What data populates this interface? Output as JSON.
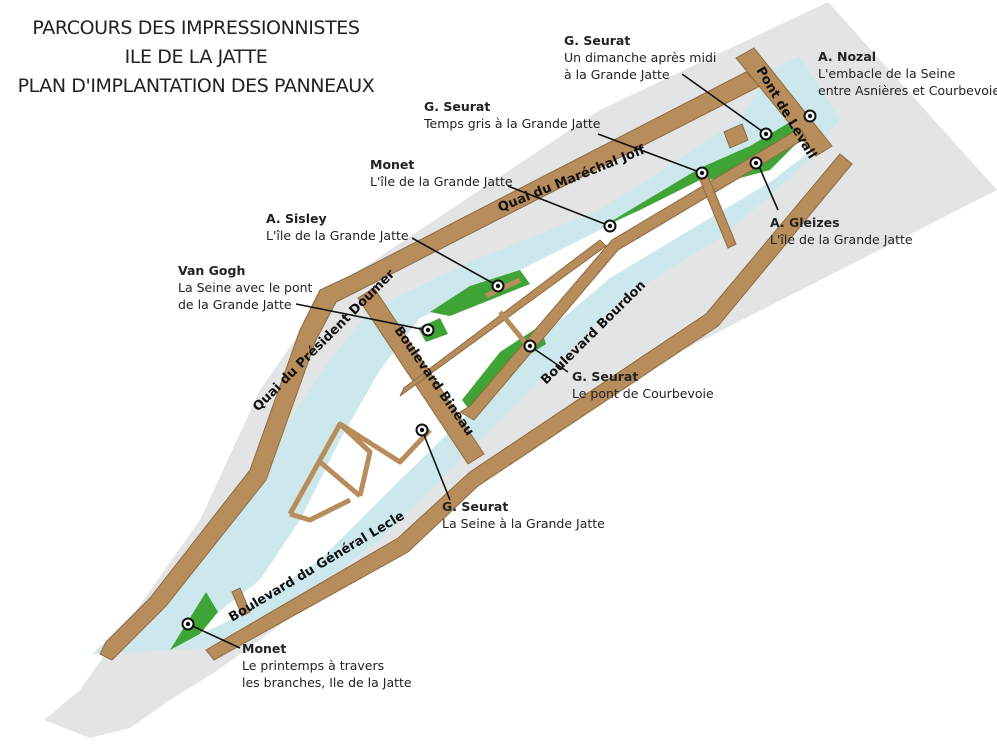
{
  "title": {
    "line1": "PARCOURS DES IMPRESSIONNISTES",
    "line2": "ILE DE LA JATTE",
    "line3": "PLAN D'IMPLANTATION DES PANNEAUX"
  },
  "streets": {
    "quai_marechal_joffre": "Quai du Maréchal Joffre",
    "pont_de_levallois": "Pont de Levallois",
    "quai_president_doumer": "Quai du Président Doumer",
    "boulevard_bineau": "Boulevard Bineau",
    "boulevard_bourdon": "Boulevard Bourdon",
    "boulevard_general_leclerc": "Boulevard du Général Leclerc"
  },
  "panels": [
    {
      "id": "seurat-dimanche",
      "painter": "G. Seurat",
      "painting": [
        "Un dimanche après midi",
        "à la Grande Jatte"
      ]
    },
    {
      "id": "nozal",
      "painter": "A. Nozal",
      "painting": [
        "L'embacle de la Seine",
        "entre Asnières et Courbevoie"
      ]
    },
    {
      "id": "seurat-temps-gris",
      "painter": "G. Seurat",
      "painting": [
        "Temps gris à la Grande Jatte"
      ]
    },
    {
      "id": "monet-ile",
      "painter": "Monet",
      "painting": [
        "L'île de la Grande Jatte"
      ]
    },
    {
      "id": "sisley",
      "painter": "A. Sisley",
      "painting": [
        "L'île de la Grande Jatte"
      ]
    },
    {
      "id": "gleizes",
      "painter": "A. Gleizes",
      "painting": [
        "L'île de la Grande Jatte"
      ]
    },
    {
      "id": "van-gogh",
      "painter": "Van Gogh",
      "painting": [
        "La Seine avec le pont",
        "de la Grande Jatte"
      ]
    },
    {
      "id": "seurat-pont",
      "painter": "G. Seurat",
      "painting": [
        "Le pont de Courbevoie"
      ]
    },
    {
      "id": "seurat-seine",
      "painter": "G. Seurat",
      "painting": [
        "La Seine à la Grande Jatte"
      ]
    },
    {
      "id": "monet-printemps",
      "painter": "Monet",
      "painting": [
        "Le printemps à travers",
        "les branches, Ile de la Jatte"
      ]
    }
  ],
  "colors": {
    "land": "#e3e4e5",
    "water": "#cde8ec",
    "island": "#ffffff",
    "road": "#b88d5c",
    "road_edge": "#8e6a40",
    "park": "#3fa435"
  }
}
